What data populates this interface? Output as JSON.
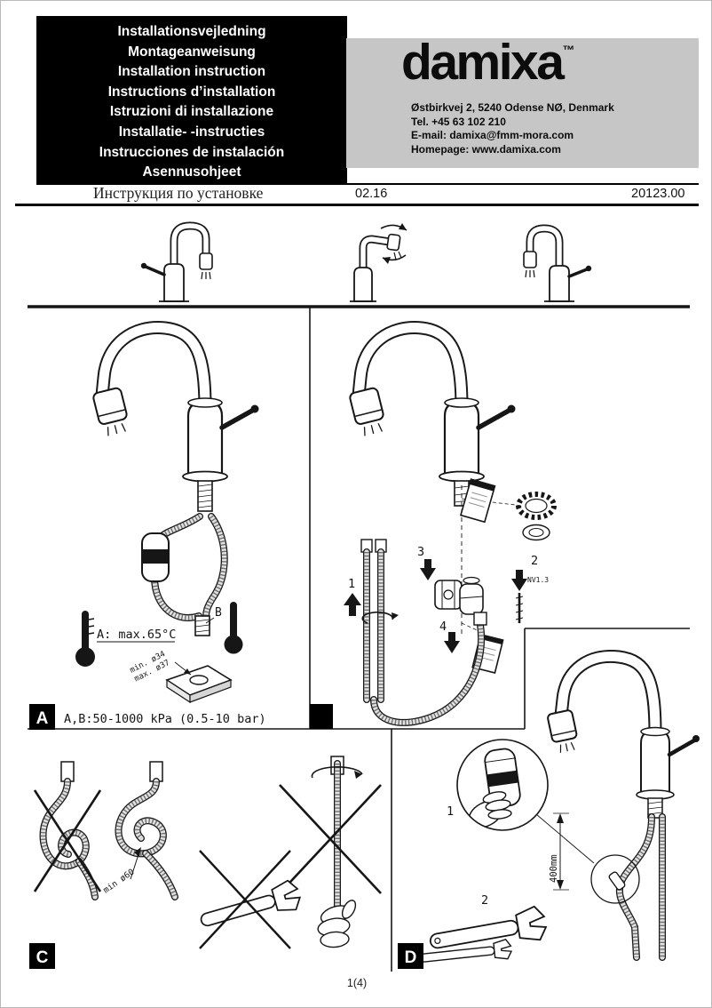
{
  "header": {
    "languages": [
      "Installationsvejledning",
      "Montageanweisung",
      "Installation instruction",
      "Instructions d’installation",
      "Istruzioni di installazione",
      "Installatie- -instructies",
      "Instrucciones de instalación",
      "Asennusohjeet"
    ],
    "brand": {
      "name": "damixa",
      "tm": "™",
      "address": [
        "Østbirkvej 2, 5240 Odense NØ, Denmark",
        "Tel. +45 63 102 210",
        "E-mail: damixa@fmm-mora.com",
        "Homepage: www.damixa.com"
      ]
    },
    "meta": {
      "russian_title": "Инструкция по установке",
      "version": "02.16",
      "doc_number": "20123.00"
    }
  },
  "panel_a": {
    "label": "A",
    "temp_note": "A: max.65°C",
    "point_b": "B",
    "hole_min": "min. ø34",
    "hole_max": "max. ø37",
    "pressure_note": "A,B:50-1000 kPa (0.5-10 bar)"
  },
  "panel_b": {
    "step_1": "1",
    "step_2": "2",
    "step_3": "3",
    "step_4": "4",
    "tool_size": "NV1.3"
  },
  "panel_c": {
    "label": "C",
    "min_diameter": "min ø60"
  },
  "panel_d": {
    "label": "D",
    "step_1": "1",
    "step_2": "2",
    "length": "400mm"
  },
  "footer": {
    "page_number": "1(4)"
  }
}
